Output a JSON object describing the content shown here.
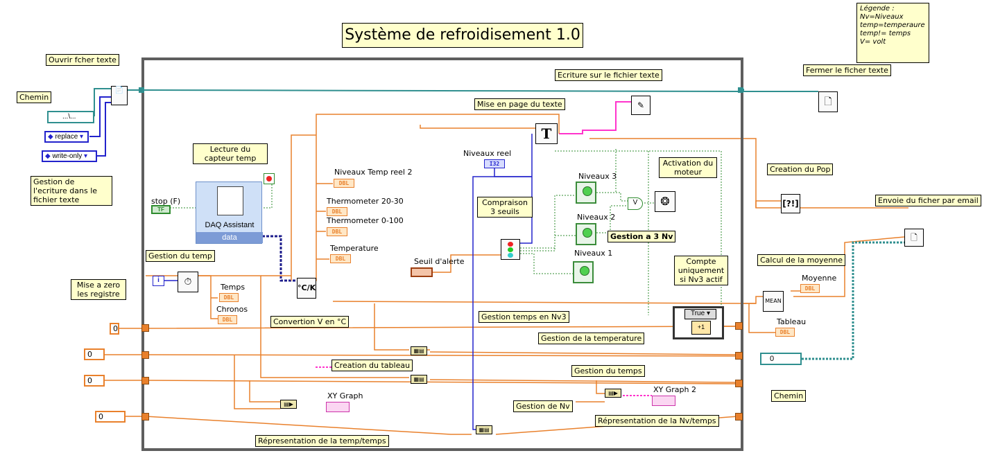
{
  "title": "Système de refroidisement 1.0",
  "legend": [
    "Légende :",
    "Nv=Niveaux",
    "temp=temperaure",
    "temp!= temps",
    "V= volt"
  ],
  "colors": {
    "numeric": "#e9802b",
    "integer": "#2222cc",
    "file": "#2f8f8f",
    "string": "#ff33cc",
    "boolean": "#2e8b2e",
    "loop": "#5e5e5e",
    "comment": "#ffffcc"
  },
  "comments": {
    "ouvrir": "Ouvrir fcher texte",
    "chemin": "Chemin",
    "gestion_ecriture": "Gestion de l'ecriture dans le fichier texte",
    "lecture_capteur": "Lecture du capteur temp",
    "gestion_temp": "Gestion du temp",
    "convertion": "Convertion V en °C",
    "mise_a_zero": "Mise a zero les registre",
    "ecriture": "Ecriture sur le fichier texte",
    "mise_en_page": "Mise en page du texte",
    "comparaison": "Compraison 3 seuils",
    "activation": "Activation du moteur",
    "gestion_3nv": "Gestion a 3 Nv",
    "compte": "Compte uniquement si Nv3 actif",
    "gestion_temps_nv3": "Gestion temps en Nv3",
    "gestion_temperature": "Gestion de la temperature",
    "creation_tableau": "Creation du tableau",
    "gestion_temps": "Gestion du temps",
    "gestion_nv": "Gestion de Nv",
    "rep_temp": "Répresentation  de la temp/temps",
    "rep_nv": "Répresentation  de la Nv/temps",
    "fermer": "Fermer le ficher texte",
    "creation_pop": "Creation du Pop",
    "envoie": "Envoie du ficher par email",
    "calcul_moyenne": "Calcul de la moyenne",
    "chemin2": "Chemin"
  },
  "labels": {
    "stop": "stop (F)",
    "daq": "DAQ Assistant",
    "data": "data",
    "niv_temp_reel": "Niveaux Temp  reel  2",
    "thermo_20_30": "Thermometer 20-30",
    "thermo_0_100": "Thermometer 0-100",
    "temperature": "Temperature",
    "temps": "Temps",
    "chronos": "Chronos",
    "niveaux_reel": "Niveaux reel",
    "seuil": "Seuil d'alerte",
    "niveaux3": "Niveaux 3",
    "niveaux2": "Niveaux 2",
    "niveaux1": "Niveaux 1",
    "xy_graph": "XY Graph",
    "xy_graph2": "XY Graph 2",
    "moyenne": "Moyenne",
    "tableau": "Tableau",
    "case_true": "True",
    "mean": "MEAN"
  },
  "controls": {
    "path_value": "...\\...",
    "replace": "replace",
    "write_only": "write-only",
    "zero": "0",
    "zero_a": "0",
    "zero_b": "0",
    "zero_c": "0",
    "path2": "0"
  },
  "terminals": {
    "dbl": "DBL",
    "i32": "I32",
    "tf": "TF",
    "plus1": "+1",
    "t": "T",
    "v": "V",
    "i": "i"
  }
}
